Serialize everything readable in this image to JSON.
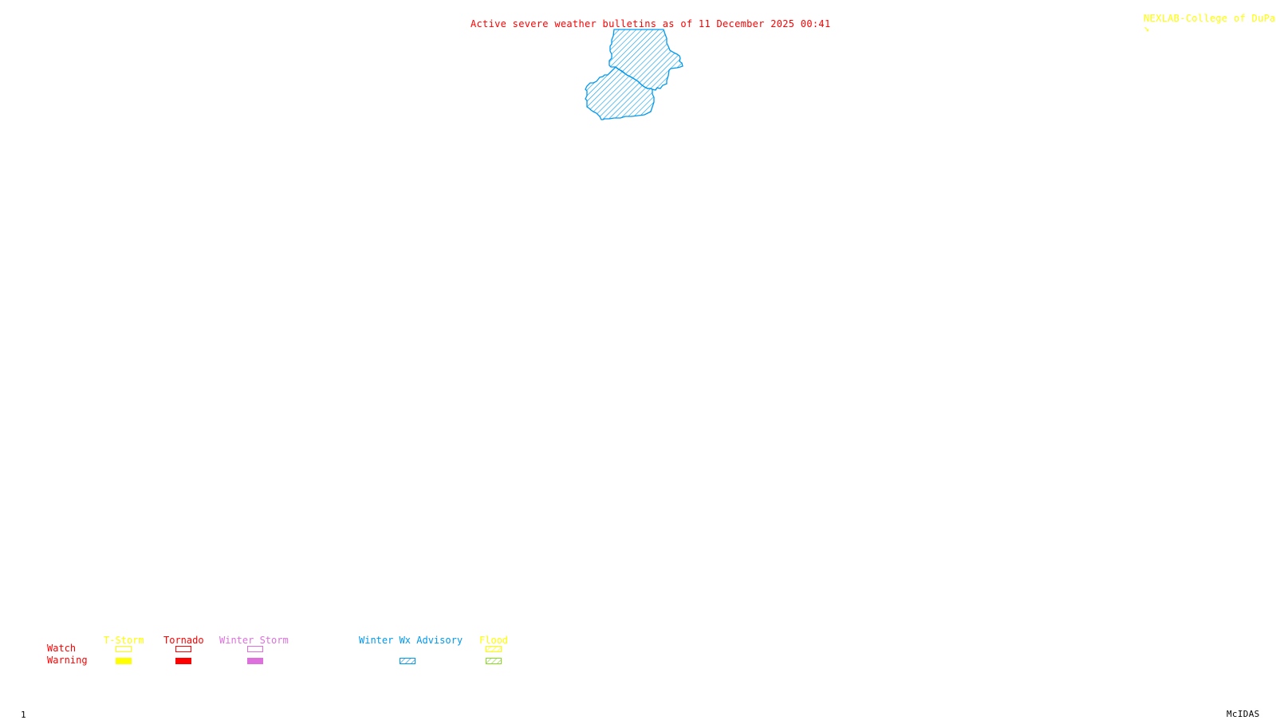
{
  "header": {
    "title": "Active severe weather bulletins as of 11 December 2025 00:41",
    "credit": "NEXLAB-College of DuPage",
    "credit_icon": "nexlab-logo-icon"
  },
  "footer": {
    "frame_number": "1",
    "software": "McIDAS"
  },
  "map": {
    "active_products": [
      {
        "type": "Winter Wx Advisory",
        "areas": 2,
        "color": "#0099ee",
        "style": "hatched"
      }
    ]
  },
  "legend": {
    "row_labels": {
      "watch": "Watch",
      "warning": "Warning"
    },
    "categories": [
      {
        "label": "T-Storm",
        "color": "#ffff00",
        "watch": "outline",
        "warning": "filled"
      },
      {
        "label": "Tornado",
        "color": "#ff0000",
        "watch": "outline",
        "warning": "filled"
      },
      {
        "label": "Winter Storm",
        "color": "#dd70dd",
        "watch": "outline",
        "warning": "filled"
      },
      {
        "label": "Winter Wx Advisory",
        "color": "#0099ee",
        "watch": "none",
        "warning": "hatched"
      },
      {
        "label": "Flood",
        "color": "#ffff00",
        "warning_color": "#88dd22",
        "watch": "hatched",
        "warning": "hatched"
      }
    ]
  }
}
